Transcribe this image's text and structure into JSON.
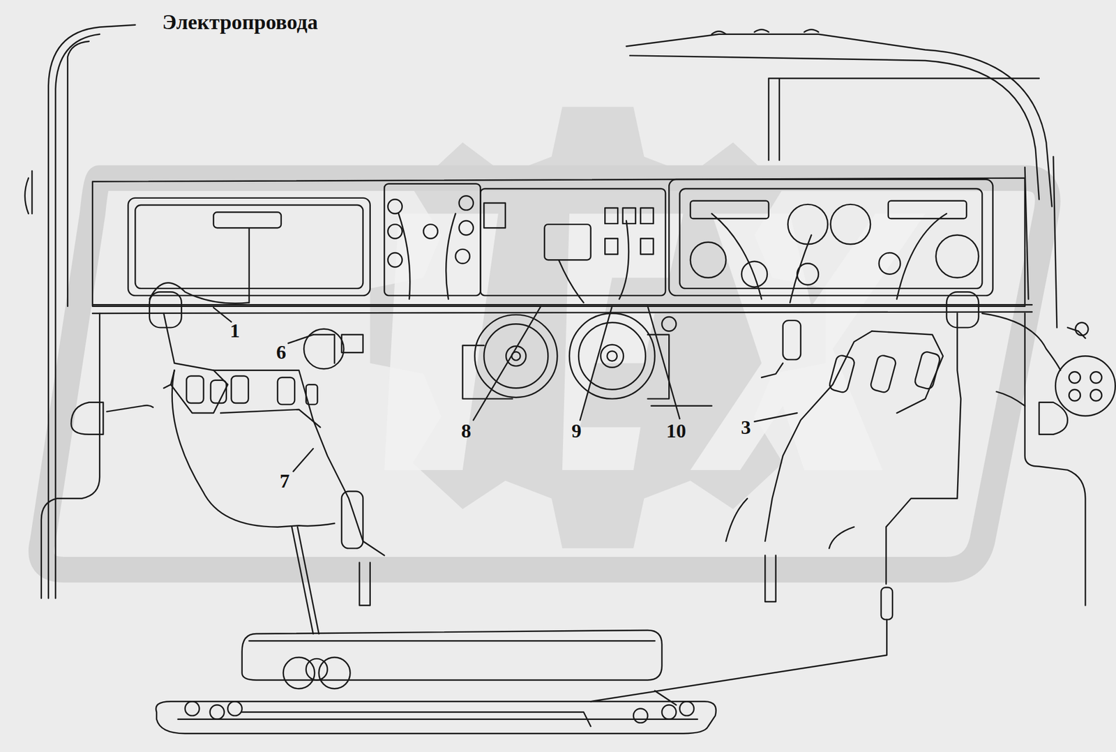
{
  "diagram": {
    "title": "Электропровода",
    "labels": [
      "1",
      "6",
      "7",
      "8",
      "9",
      "10",
      "3"
    ]
  }
}
